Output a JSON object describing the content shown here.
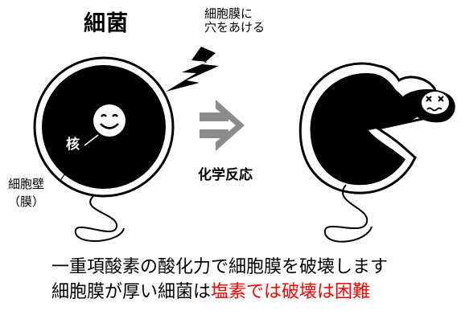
{
  "diagram": {
    "title": "細菌",
    "membrane_note": [
      "細胞膜に",
      "穴をあける"
    ],
    "nucleus_label": "核",
    "wall_label": [
      "細胞壁",
      "（膜）"
    ],
    "reaction_label": "化学反応",
    "caption": {
      "line1": "一重項酸素の酸化力で細胞膜を破壊します",
      "line2_black": "細胞膜が厚い細菌は",
      "line2_red": "塩素では破壊は困難"
    },
    "colors": {
      "cell_fill": "#000000",
      "arrow": "#8c8c8c",
      "highlight": "#ff0000"
    },
    "icons": [
      "lightning-bolt-icon",
      "smiley-face-icon",
      "dizzy-face-icon",
      "double-arrow-icon"
    ]
  }
}
